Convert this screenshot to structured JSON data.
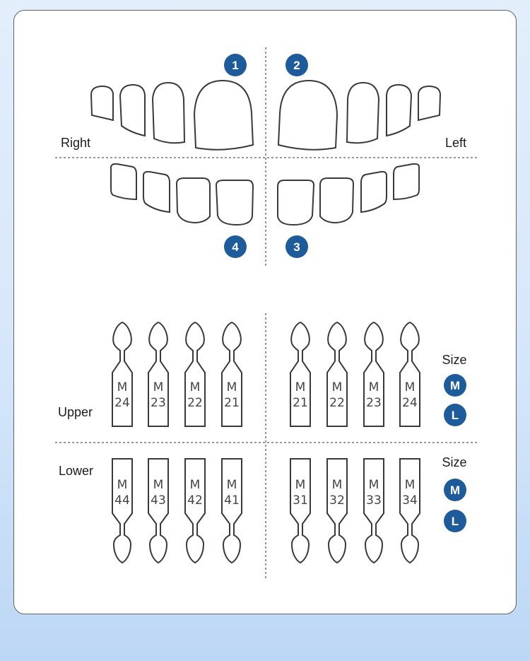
{
  "arch": {
    "right_label": "Right",
    "left_label": "Left",
    "quadrants": [
      "1",
      "2",
      "3",
      "4"
    ]
  },
  "upper": {
    "label": "Upper",
    "right_codes": [
      [
        "M",
        "24"
      ],
      [
        "M",
        "23"
      ],
      [
        "M",
        "22"
      ],
      [
        "M",
        "21"
      ]
    ],
    "left_codes": [
      [
        "M",
        "21"
      ],
      [
        "M",
        "22"
      ],
      [
        "M",
        "23"
      ],
      [
        "M",
        "24"
      ]
    ],
    "size_label": "Size",
    "sizes": [
      "M",
      "L"
    ]
  },
  "lower": {
    "label": "Lower",
    "right_codes": [
      [
        "M",
        "44"
      ],
      [
        "M",
        "43"
      ],
      [
        "M",
        "42"
      ],
      [
        "M",
        "41"
      ]
    ],
    "left_codes": [
      [
        "M",
        "31"
      ],
      [
        "M",
        "32"
      ],
      [
        "M",
        "33"
      ],
      [
        "M",
        "34"
      ]
    ],
    "size_label": "Size",
    "sizes": [
      "M",
      "L"
    ]
  },
  "colors": {
    "badge": "#1e5b9a",
    "outline": "#3a3a3a",
    "card_border": "#5e646c"
  }
}
